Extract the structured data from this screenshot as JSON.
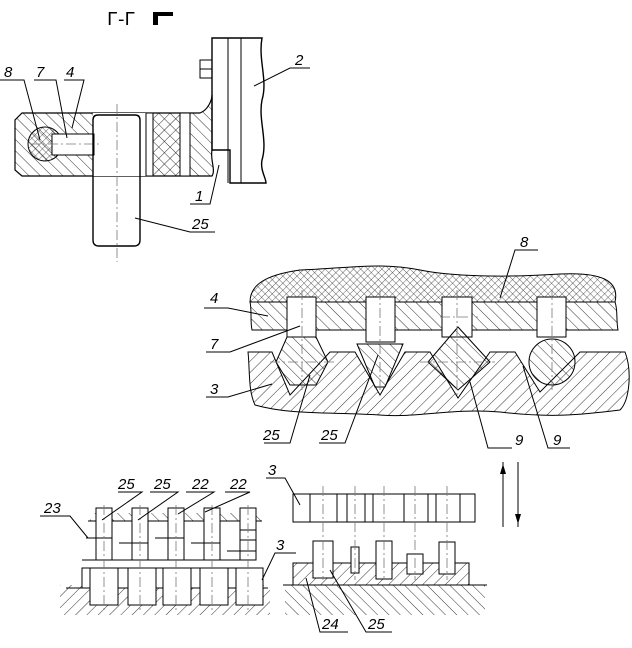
{
  "title": {
    "section": "Г-Г",
    "symbol": "section-view-mark"
  },
  "views": {
    "section_view": {
      "labels": [
        "8",
        "7",
        "4",
        "2",
        "1",
        "25"
      ]
    },
    "fixture_detail": {
      "labels": [
        "8",
        "4",
        "7",
        "3",
        "25",
        "25",
        "9",
        "9"
      ]
    },
    "assembly_left": {
      "labels": [
        "23",
        "25",
        "25",
        "22",
        "22",
        "3"
      ]
    },
    "assembly_right": {
      "labels": [
        "3",
        "24",
        "25"
      ]
    },
    "motion_arrows": {
      "up": "arrow-up",
      "down": "arrow-down"
    }
  },
  "colors": {
    "line": "#000000",
    "axis": "#777777",
    "background": "#ffffff"
  }
}
